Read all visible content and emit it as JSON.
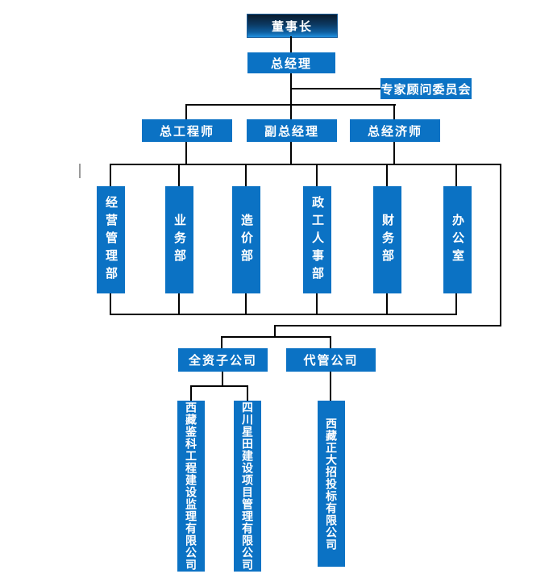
{
  "page": {
    "background": "#ffffff",
    "type": "organization-chart"
  },
  "colors": {
    "node_blue": "#0b72c4",
    "chairman_gradient_top": "#0a1b2c",
    "chairman_gradient_bottom": "#2090e0",
    "connector": "#000000",
    "text": "#ffffff",
    "stray_tick": "#9a9a9a"
  },
  "org_chart": {
    "chairman": {
      "label": "董事长"
    },
    "general_manager": {
      "label": "总经理"
    },
    "advisory_committee": {
      "label": "专家顾问委员会"
    },
    "managers": [
      {
        "label": "总工程师"
      },
      {
        "label": "副总经理"
      },
      {
        "label": "总经济师"
      }
    ],
    "departments": [
      {
        "label": "经营管理部"
      },
      {
        "label": "业务部"
      },
      {
        "label": "造价部"
      },
      {
        "label": "政工人事部"
      },
      {
        "label": "财务部"
      },
      {
        "label": "办公室"
      }
    ],
    "company_groups": [
      {
        "label": "全资子公司"
      },
      {
        "label": "代管公司"
      }
    ],
    "companies": [
      {
        "label": "西藏鉴科工程建设监理有限公司"
      },
      {
        "label": "四川星田建设项目管理有限公司"
      },
      {
        "label": "西藏正大招投标有限公司"
      }
    ]
  }
}
